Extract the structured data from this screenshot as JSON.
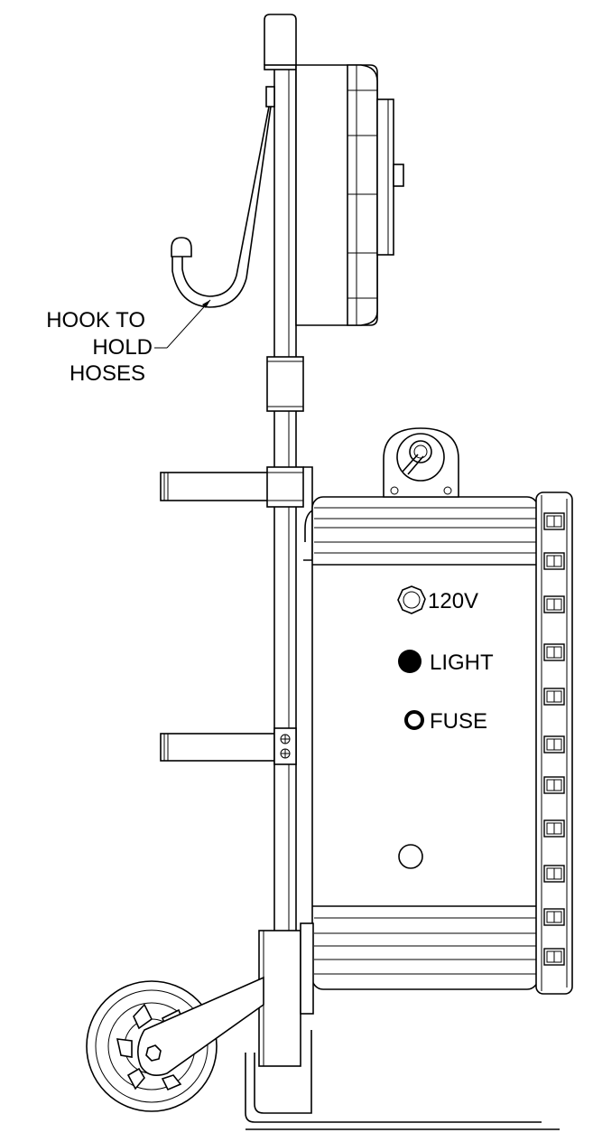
{
  "callouts": {
    "hook": {
      "line1": "HOOK TO",
      "line2": "HOLD",
      "line3": "HOSES"
    }
  },
  "panel": {
    "outlet_label": "120V",
    "light_label": "LIGHT",
    "fuse_label": "FUSE"
  },
  "colors": {
    "stroke": "#000000",
    "background": "#ffffff"
  }
}
